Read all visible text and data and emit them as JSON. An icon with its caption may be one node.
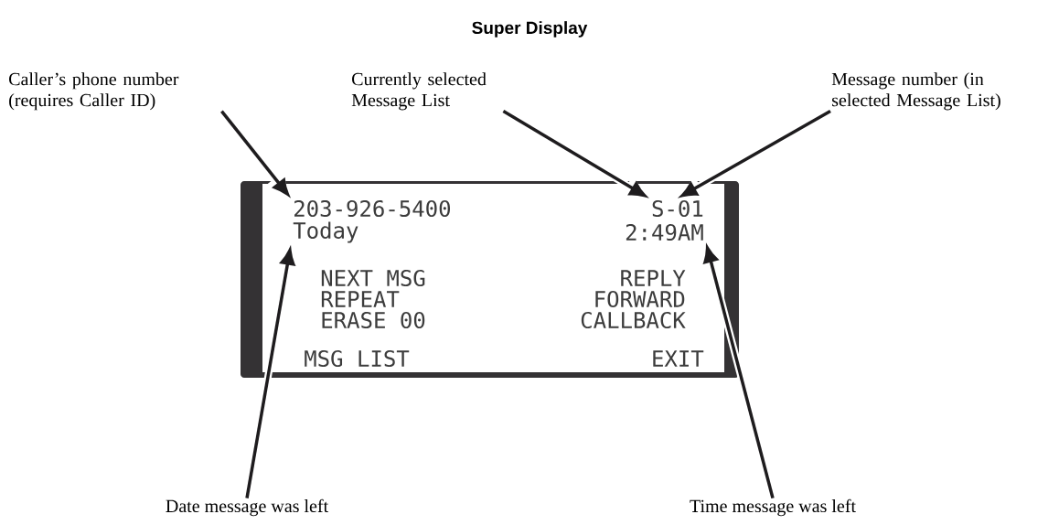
{
  "diagram": {
    "title": "Super Display",
    "nodes": [
      {
        "text": [
          "Caller’s phone number (requires Caller ID)"
        ]
      },
      {
        "text": [
          "Currently selected Message List"
        ]
      },
      {
        "text": [
          "Message number (in selected Message List)"
        ]
      },
      {
        "text": [
          "Date message was left"
        ]
      },
      {
        "text": [
          "Time message was left"
        ]
      },
      {
        "text": [],
        "shape": "box"
      },
      {
        "text": [
          "203-926-5400"
        ],
        "in": 5
      },
      {
        "text": [
          "S-01"
        ],
        "in": 5
      },
      {
        "text": [
          "Today"
        ],
        "in": 5
      },
      {
        "text": [
          "2:49AM"
        ],
        "in": 5
      },
      {
        "text": [
          "NEXT MSG"
        ],
        "in": 5
      },
      {
        "text": [
          "REPLY"
        ],
        "in": 5
      },
      {
        "text": [
          "REPEAT"
        ],
        "in": 5
      },
      {
        "text": [
          "FORWARD"
        ],
        "in": 5
      },
      {
        "text": [
          "ERASE 00"
        ],
        "in": 5
      },
      {
        "text": [
          "CALLBACK"
        ],
        "in": 5
      },
      {
        "text": [
          "MSG LIST"
        ],
        "in": 5
      },
      {
        "text": [
          "EXIT"
        ],
        "in": 5
      }
    ],
    "edges": [
      {
        "from": 0,
        "to": 6,
        "arrow": "to"
      },
      {
        "from": 1,
        "to": 7,
        "arrow": "to"
      },
      {
        "from": 2,
        "to": 7,
        "arrow": "to"
      },
      {
        "from": 3,
        "to": 8,
        "arrow": "to"
      },
      {
        "from": 4,
        "to": 9,
        "arrow": "to"
      }
    ]
  }
}
